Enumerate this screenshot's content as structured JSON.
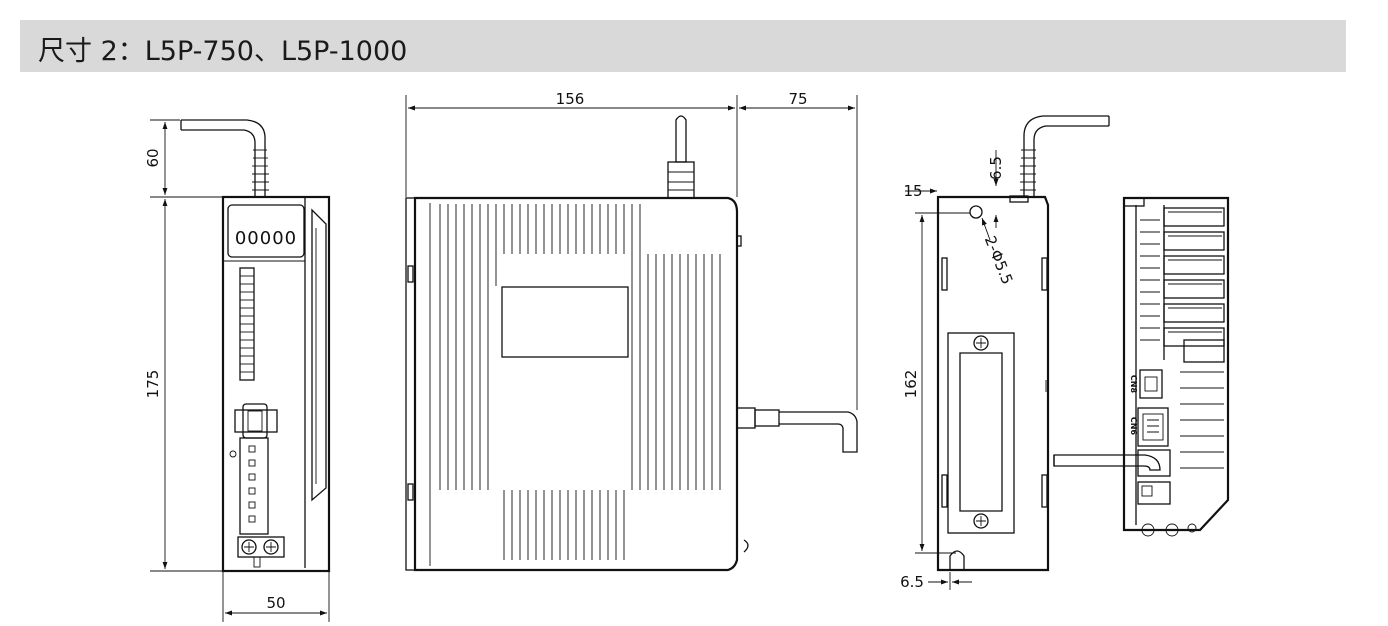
{
  "header": {
    "title": "尺寸 2：L5P-750、L5P-1000"
  },
  "front_view": {
    "display_text": "00000",
    "dims": {
      "top": "60",
      "height": "175",
      "width": "50"
    }
  },
  "side_view": {
    "dims": {
      "depth": "156",
      "cable": "75"
    }
  },
  "mount_view": {
    "dims": {
      "left_offset": "15",
      "top_offset": "6.5",
      "hole": "2-Φ5.5",
      "hole_pitch": "162",
      "bottom_offset": "6.5"
    }
  },
  "rear_view": {
    "labels": {
      "cn8": "CN8",
      "cn6": "CN6"
    }
  }
}
